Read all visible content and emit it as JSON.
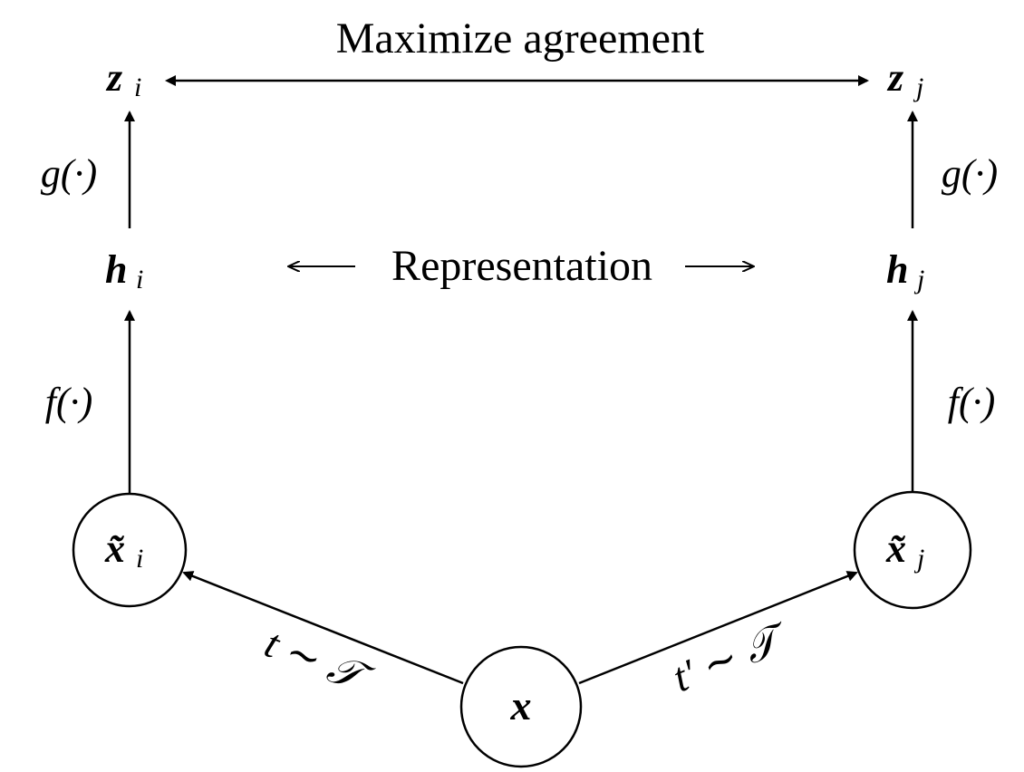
{
  "title": "Maximize agreement",
  "representation_label": "Representation",
  "left": {
    "z_base": "z",
    "z_sub": "i",
    "h_base": "h",
    "h_sub": "i",
    "x_base": "x̃",
    "x_sub": "i",
    "g_label": "g(·)",
    "f_label": "f(·)",
    "t_label": "t ∼ 𝒯"
  },
  "right": {
    "z_base": "z",
    "z_sub": "j",
    "h_base": "h",
    "h_sub": "j",
    "x_base": "x̃",
    "x_sub": "j",
    "g_label": "g(·)",
    "f_label": "f(·)",
    "t_label": "t′ ∼ 𝒯"
  },
  "center": {
    "x_label": "x"
  },
  "colors": {
    "stroke": "#000000",
    "background": "#ffffff"
  }
}
